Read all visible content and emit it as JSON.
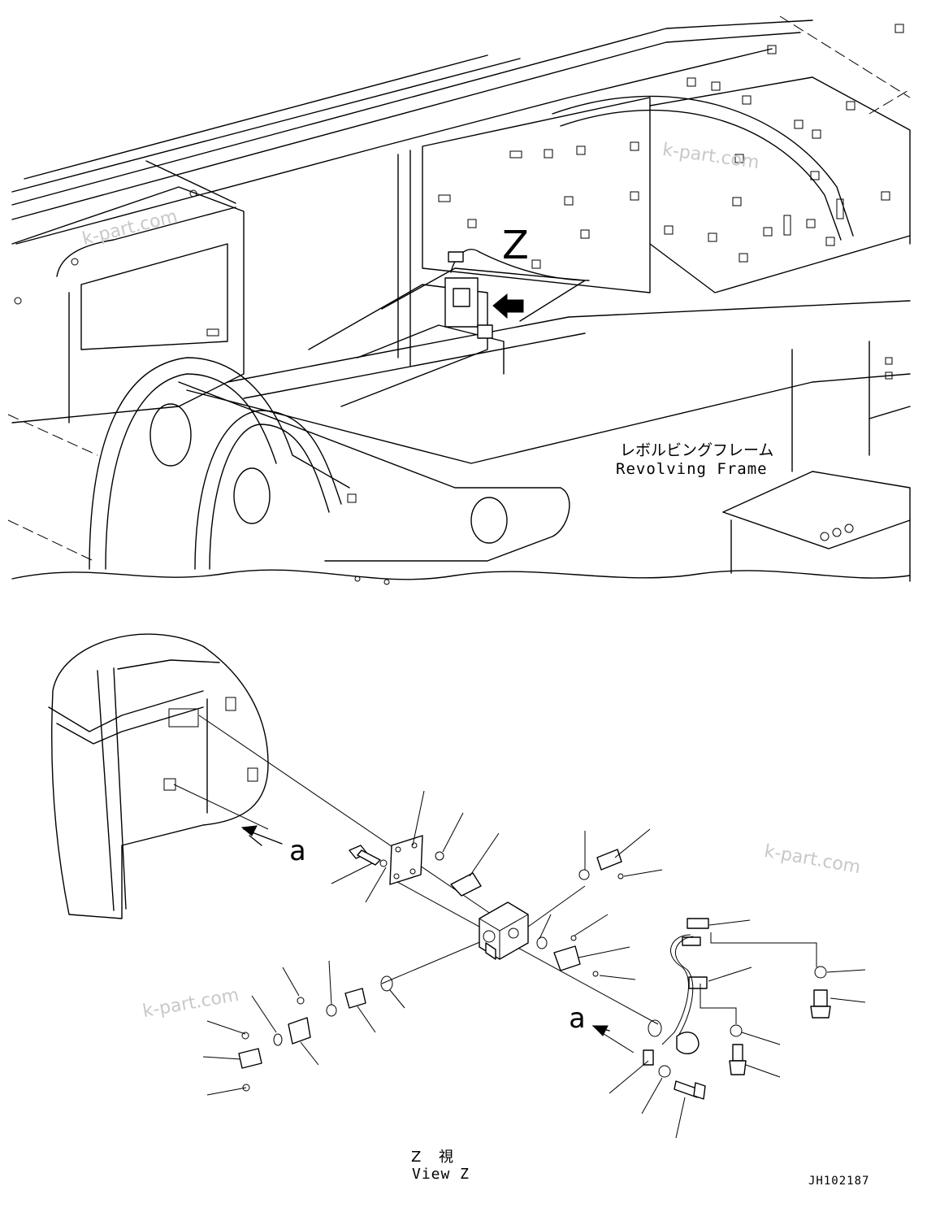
{
  "labels": {
    "view_letter": "Z",
    "frame_jp": "レボルビングフレーム",
    "frame_en": "Revolving Frame",
    "ref_a_upper": "a",
    "ref_a_lower": "a",
    "view_jp": "Z 視",
    "view_en": "View Z",
    "drawing_no": "JH102187"
  },
  "watermarks": [
    "k-part.com",
    "k-part.com",
    "k-part.com",
    "k-part.com"
  ],
  "icons": {
    "view_arrow": "arrow-left-solid",
    "ref_arrow": "arrow-up-left-line"
  }
}
